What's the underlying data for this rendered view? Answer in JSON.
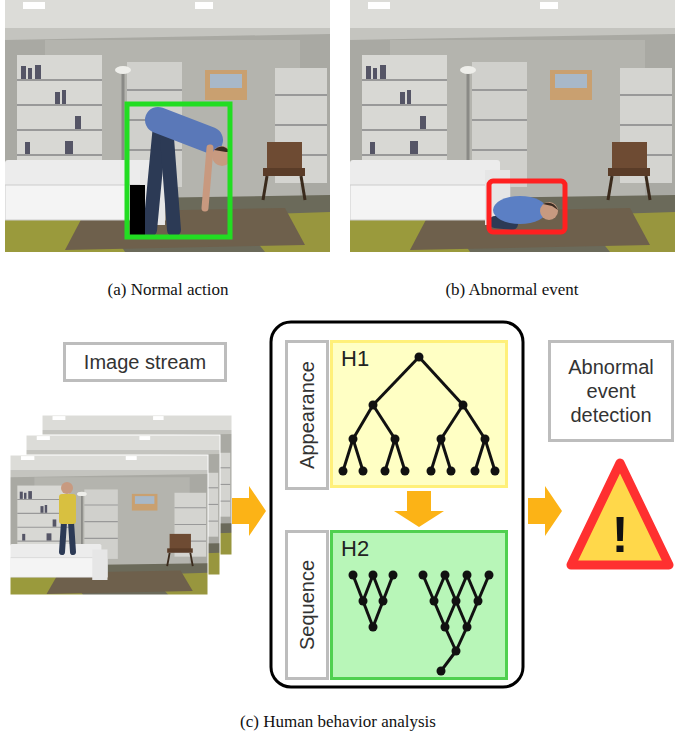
{
  "diagram": {
    "nodes": [
      {
        "text": [
          "Image stream"
        ]
      },
      {
        "text": [
          "Appearance"
        ]
      },
      {
        "text": [
          "H1"
        ]
      },
      {
        "text": [
          "Sequence"
        ]
      },
      {
        "text": [
          "H2"
        ]
      },
      {
        "text": [
          "Abnormal event detection"
        ]
      },
      {
        "text": [
          "!"
        ]
      }
    ],
    "edges": [
      {
        "from": 2,
        "to": 4,
        "arrow": "to"
      }
    ],
    "labels": [
      "(a) Normal action",
      "(b) Abnormal event",
      "(c) Human behavior analysis"
    ]
  }
}
